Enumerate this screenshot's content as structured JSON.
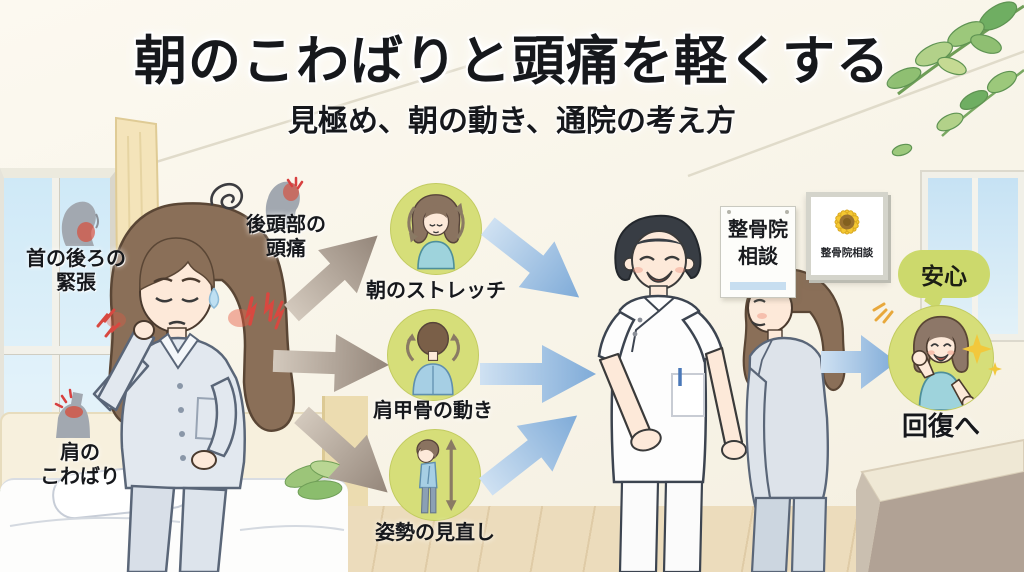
{
  "title": "朝のこわばりと頭痛を軽くする",
  "subtitle": "見極め、朝の動き、通院の考え方",
  "patient_symptoms": {
    "neck": {
      "line1": "首の後ろの",
      "line2": "緊張"
    },
    "head": {
      "line1": "後頭部の",
      "line2": "頭痛"
    },
    "shoulder": {
      "line1": "肩の",
      "line2": "こわばり"
    }
  },
  "steps": {
    "stretch": {
      "label": "朝のストレッチ"
    },
    "scapula": {
      "label": "肩甲骨の動き"
    },
    "posture": {
      "label": "姿勢の見直し"
    }
  },
  "clinic": {
    "poster_line1": "整骨院",
    "poster_line2": "相談",
    "framed_sign": "整骨院相談"
  },
  "outcome": {
    "bubble": "安心",
    "label": "回復へ"
  },
  "icons": {
    "neck-tension-icon": "gray head profile with red nape glow",
    "occipital-headache-icon": "gray head profile with red flash at back of head",
    "shoulder-stiffness-icon": "gray shoulder silhouette with red flash",
    "dizzy-scribble-icon": "black scribble swirl",
    "pain-flash-icon": "red zigzag sparks",
    "sunflower-icon": "yellow sunflower",
    "sparkle-icon": "four point star",
    "stretch-arrows-icon": "curved brown arrows",
    "posture-arrow-icon": "vertical double arrow"
  },
  "colors": {
    "step_circle": "#d6de79",
    "flow_arrow_left": "#9c8e80",
    "flow_arrow_right": "#8fb4dc",
    "pain_red": "#d84840",
    "bubble_green": "#ccd96c"
  }
}
